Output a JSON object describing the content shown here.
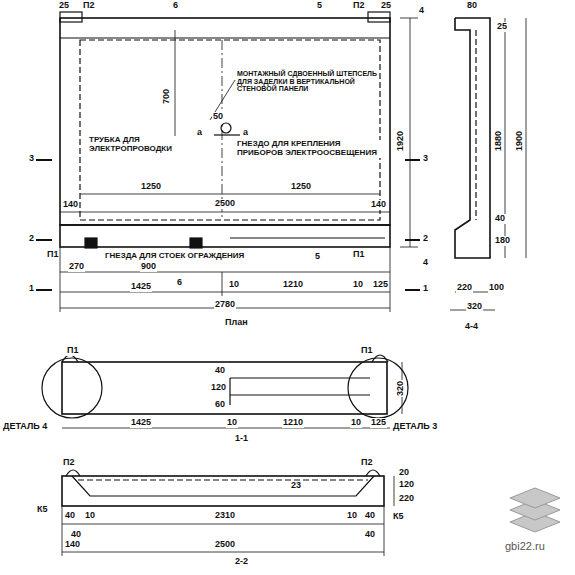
{
  "diagram": {
    "labels": [
      "25",
      "П2",
      "6",
      "5",
      "П2",
      "25",
      "4",
      "700",
      "МОНТАЖНЫЙ СДВОЕННЫЙ ШТЕПСЕЛЬ ДЛЯ ЗАДЕЛКИ В ВЕРТИКАЛЬНОЙ СТЕНОВОЙ ПАНЕЛИ",
      "50",
      "а",
      "а",
      "ТРУБКА ДЛЯ ЭЛЕКТРОПРОВОДКИ",
      "ГНЕЗДО ДЛЯ КРЕПЛЕНИЯ ПРИБОРОВ ЭЛЕКТРООСВЕЩЕНИЯ",
      "1250",
      "1250",
      "2500",
      "140",
      "140",
      "1920",
      "3",
      "3",
      "2",
      "2",
      "П1",
      "ГНЕЗДА ДЛЯ СТОЕК ОГРАЖДЕНИЯ",
      "П1",
      "5",
      "4",
      "1",
      "1",
      "270",
      "900",
      "6",
      "10",
      "1210",
      "10",
      "125",
      "1425",
      "2780",
      "80",
      "25",
      "1880",
      "1900",
      "40",
      "180",
      "220",
      "100",
      "320",
      "4-4",
      "План",
      "П1",
      "П1",
      "ДЕТАЛЬ 4",
      "1425",
      "10",
      "1210",
      "10",
      "125",
      "ДЕТАЛЬ 3",
      "320",
      "40",
      "120",
      "60",
      "1-1",
      "П2",
      "23",
      "П2",
      "20",
      "120",
      "220",
      "К5",
      "К5",
      "40",
      "10",
      "2310",
      "10",
      "40",
      "40",
      "40",
      "140",
      "2500",
      "2-2",
      "gbi22.ru"
    ]
  }
}
